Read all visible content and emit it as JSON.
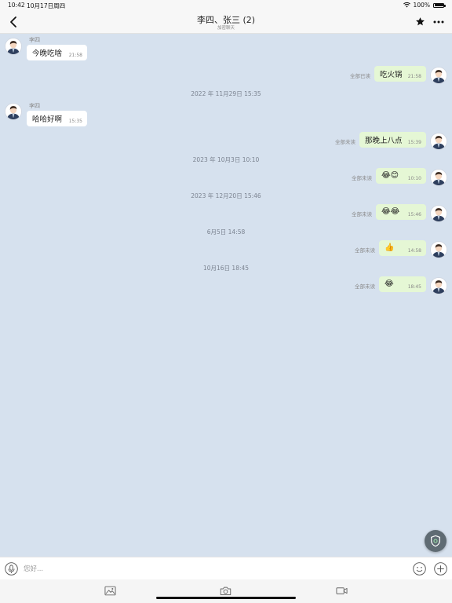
{
  "status_bar": {
    "time": "10:42",
    "date": "10月17日周四",
    "battery": "100%"
  },
  "header": {
    "title": "李四、张三 (2)",
    "subtitle": "加密聊天"
  },
  "messages": [
    {
      "sender": "李四",
      "text": "今晚吃啥",
      "time": "21:58"
    },
    {
      "status": "全部已读",
      "text": "吃火锅",
      "time": "21:58"
    },
    {
      "date": "2022 年 11月29日 15:35"
    },
    {
      "sender": "李四",
      "text": "哈哈好啊",
      "time": "15:35"
    },
    {
      "status": "全部未读",
      "text": "那晚上八点",
      "time": "15:39"
    },
    {
      "date": "2023 年 10月3日 10:10"
    },
    {
      "status": "全部未读",
      "text": "😂😊",
      "time": "10:10"
    },
    {
      "date": "2023 年 12月20日 15:46"
    },
    {
      "status": "全部未读",
      "text": "😂😂",
      "time": "15:46"
    },
    {
      "date": "6月5日 14:58"
    },
    {
      "status": "全部未读",
      "text": "👍",
      "time": "14:58"
    },
    {
      "date": "10月16日 18:45"
    },
    {
      "status": "全部未读",
      "text": "😂",
      "time": "18:45"
    }
  ],
  "input": {
    "placeholder": "您好..."
  },
  "icons": {
    "back": "chevron-left-icon",
    "favorite": "star-icon",
    "more": "more-dots-icon",
    "fab": "shield-icon",
    "mic": "microphone-icon",
    "emoji": "smiley-icon",
    "add": "plus-icon",
    "image": "image-icon",
    "camera": "camera-icon",
    "video": "video-icon"
  },
  "colors": {
    "chat_background": "#d6e1ee",
    "outgoing_bubble": "#e5f7d5",
    "incoming_bubble": "#ffffff",
    "fab": "#5f6b73"
  }
}
